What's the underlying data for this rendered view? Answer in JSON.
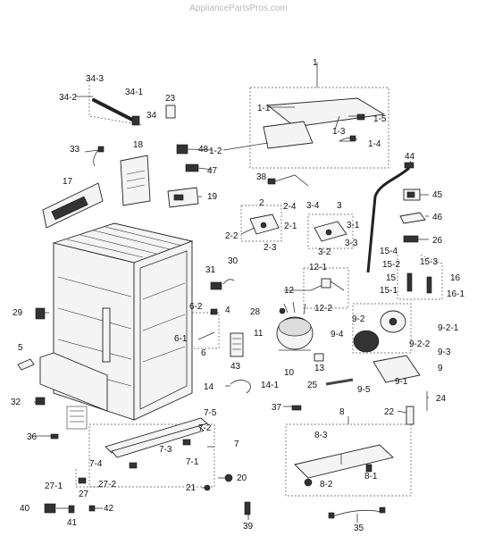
{
  "watermark": "AppliancePartsPros.com",
  "labels": {
    "l1": "1",
    "l1_1": "1-1",
    "l1_2": "1-2",
    "l1_3": "1-3",
    "l1_4": "1-4",
    "l1_5": "1-5",
    "l2": "2",
    "l2_1": "2-1",
    "l2_2": "2-2",
    "l2_3": "2-3",
    "l2_4": "2-4",
    "l3": "3",
    "l3_1": "3-1",
    "l3_2": "3-2",
    "l3_3": "3-3",
    "l3_4": "3-4",
    "l4": "4",
    "l5": "5",
    "l6": "6",
    "l6_1": "6-1",
    "l6_2": "6-2",
    "l7": "7",
    "l7_1": "7-1",
    "l7_2": "7-2",
    "l7_3": "7-3",
    "l7_4": "7-4",
    "l7_5": "7-5",
    "l8": "8",
    "l8_1": "8-1",
    "l8_2": "8-2",
    "l8_3": "8-3",
    "l9": "9",
    "l9_1": "9-1",
    "l9_2": "9-2",
    "l9_2_1": "9-2-1",
    "l9_2_2": "9-2-2",
    "l9_3": "9-3",
    "l9_4": "9-4",
    "l9_5": "9-5",
    "l10": "10",
    "l11": "11",
    "l12": "12",
    "l12_1": "12-1",
    "l12_2": "12-2",
    "l13": "13",
    "l14": "14",
    "l14_1": "14-1",
    "l15": "15",
    "l15_1": "15-1",
    "l15_2": "15-2",
    "l15_3": "15-3",
    "l15_4": "15-4",
    "l16": "16",
    "l16_1": "16-1",
    "l17": "17",
    "l18": "18",
    "l19": "19",
    "l20": "20",
    "l21": "21",
    "l22": "22",
    "l23": "23",
    "l24": "24",
    "l25": "25",
    "l26": "26",
    "l27": "27",
    "l27_1": "27-1",
    "l27_2": "27-2",
    "l28": "28",
    "l29": "29",
    "l30": "30",
    "l31": "31",
    "l32": "32",
    "l33": "33",
    "l34": "34",
    "l34_1": "34-1",
    "l34_2": "34-2",
    "l34_3": "34-3",
    "l35": "35",
    "l36": "36",
    "l37": "37",
    "l38": "38",
    "l39": "39",
    "l40": "40",
    "l41": "41",
    "l42": "42",
    "l43": "43",
    "l44": "44",
    "l45": "45",
    "l46": "46",
    "l47": "47",
    "l48": "48"
  }
}
